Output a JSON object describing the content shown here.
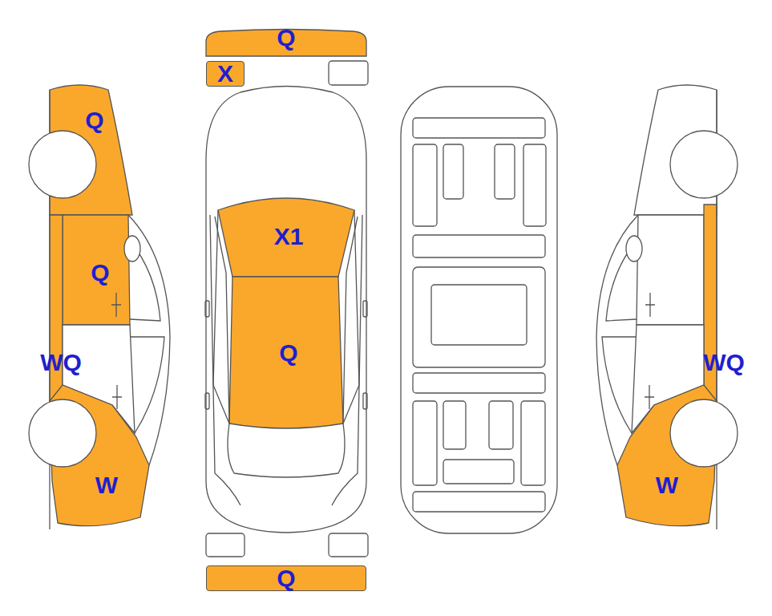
{
  "diagram": {
    "nodes": [
      {
        "text": [
          "Q"
        ]
      },
      {
        "text": [
          "X"
        ]
      },
      {
        "text": [
          "X1"
        ]
      },
      {
        "text": [
          "Q"
        ]
      },
      {
        "text": [
          "Q"
        ]
      }
    ],
    "labels": [
      "Q",
      "Q",
      "WQ",
      "W",
      "WQ",
      "W"
    ]
  }
}
